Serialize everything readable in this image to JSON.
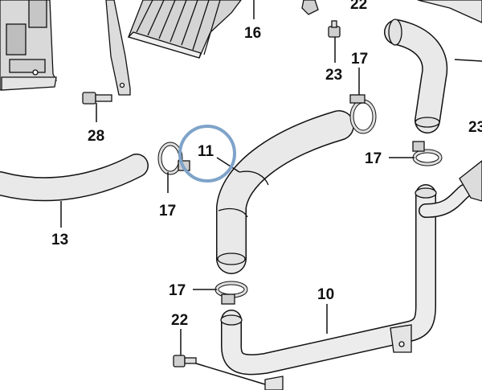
{
  "diagram": {
    "callouts": {
      "c16": "16",
      "c22_top": "22",
      "c17_top": "17",
      "c23": "23",
      "c28": "28",
      "c11": "11",
      "c17_right": "17",
      "c17_left": "17",
      "c13": "13",
      "c23_edge": "23",
      "c17_bottom": "17",
      "c10": "10",
      "c22_bottom": "22"
    },
    "highlight_color": "#7fa3c9",
    "hose_color": "#e9e9e9",
    "line_color": "#111111"
  }
}
